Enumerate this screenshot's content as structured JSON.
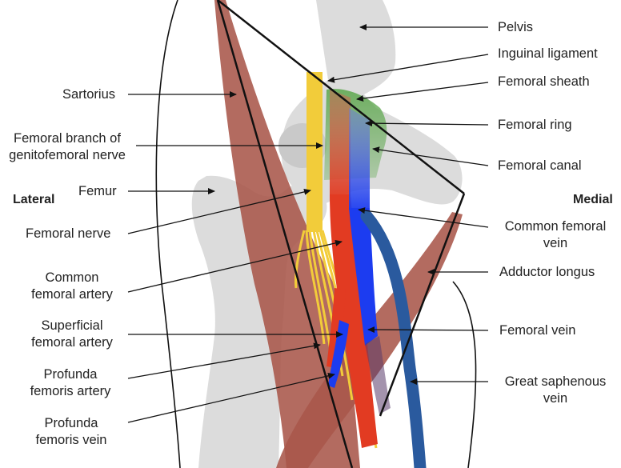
{
  "side_labels": {
    "lateral": "Lateral",
    "medial": "Medial"
  },
  "left_labels": {
    "sartorius": "Sartorius",
    "femoral_branch": [
      "Femoral branch of",
      "genitofemoral nerve"
    ],
    "femur": "Femur",
    "femoral_nerve": "Femoral nerve",
    "common_femoral_artery": [
      "Common",
      "femoral artery"
    ],
    "superficial_femoral_artery": [
      "Superficial",
      "femoral artery"
    ],
    "profunda_femoris_artery": [
      "Profunda",
      "femoris artery"
    ],
    "profunda_femoris_vein": [
      "Profunda",
      "femoris vein"
    ]
  },
  "right_labels": {
    "pelvis": "Pelvis",
    "inguinal_ligament": "Inguinal ligament",
    "femoral_sheath": "Femoral sheath",
    "femoral_ring": "Femoral ring",
    "femoral_canal": "Femoral canal",
    "common_femoral_vein": [
      "Common femoral",
      "vein"
    ],
    "adductor_longus": "Adductor longus",
    "femoral_vein": "Femoral vein",
    "great_saphenous_vein": [
      "Great saphenous",
      "vein"
    ]
  },
  "colors": {
    "bone": "#dcdcdc",
    "muscle": "#a8574a",
    "nerve": "#f2cc3a",
    "artery": "#e23b22",
    "vein": "#1c3cf0",
    "saphenous": "#2a5a9e",
    "sheath": "#5aa64a"
  }
}
